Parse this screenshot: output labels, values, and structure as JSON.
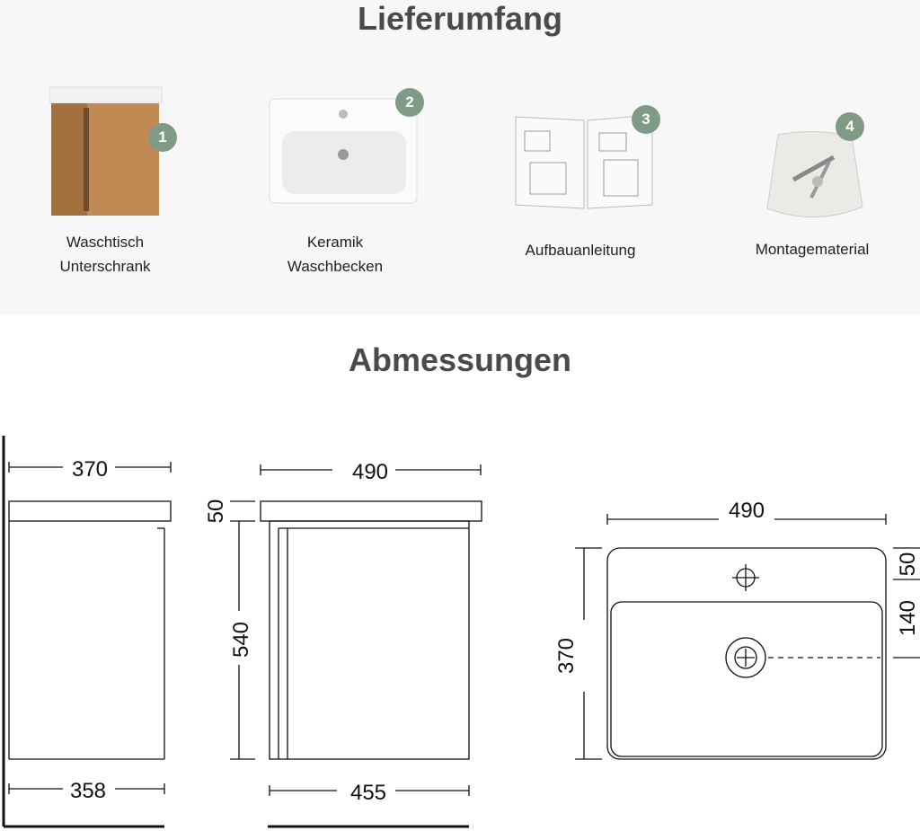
{
  "scope": {
    "title": "Lieferumfang",
    "items": [
      {
        "number": "1",
        "line1": "Waschtisch",
        "line2": "Unterschrank"
      },
      {
        "number": "2",
        "line1": "Keramik",
        "line2": "Waschbecken"
      },
      {
        "number": "3",
        "line1": "Aufbauanleitung",
        "line2": ""
      },
      {
        "number": "4",
        "line1": "Montagematerial",
        "line2": ""
      }
    ],
    "badge_color": "#7f9b86"
  },
  "dimensions": {
    "title": "Abmessungen",
    "side_top_width": "370",
    "side_bottom_width": "358",
    "sink_height": "50",
    "cabinet_height": "540",
    "front_top_width": "490",
    "front_bottom_width": "455",
    "basin_width": "490",
    "basin_depth": "370",
    "basin_rim": "50",
    "basin_drain_offset": "140"
  }
}
